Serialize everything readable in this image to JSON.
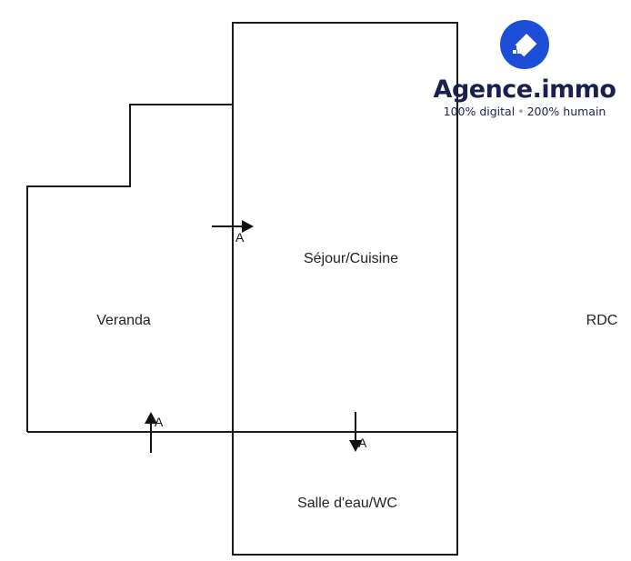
{
  "rooms": {
    "veranda": "Veranda",
    "sejour": "Séjour/Cuisine",
    "salle_eau": "Salle d'eau/WC"
  },
  "level_label": "RDC",
  "section_markers": [
    "A",
    "A",
    "A"
  ],
  "logo": {
    "name": "Agence.immo",
    "tagline_part1": "100% digital",
    "tagline_separator": "•",
    "tagline_part2": "200% humain",
    "brand_color": "#1a1f4e",
    "accent_color": "#1d4ed8"
  },
  "colors": {
    "walls": "#1a1a1a",
    "background": "#ffffff"
  }
}
